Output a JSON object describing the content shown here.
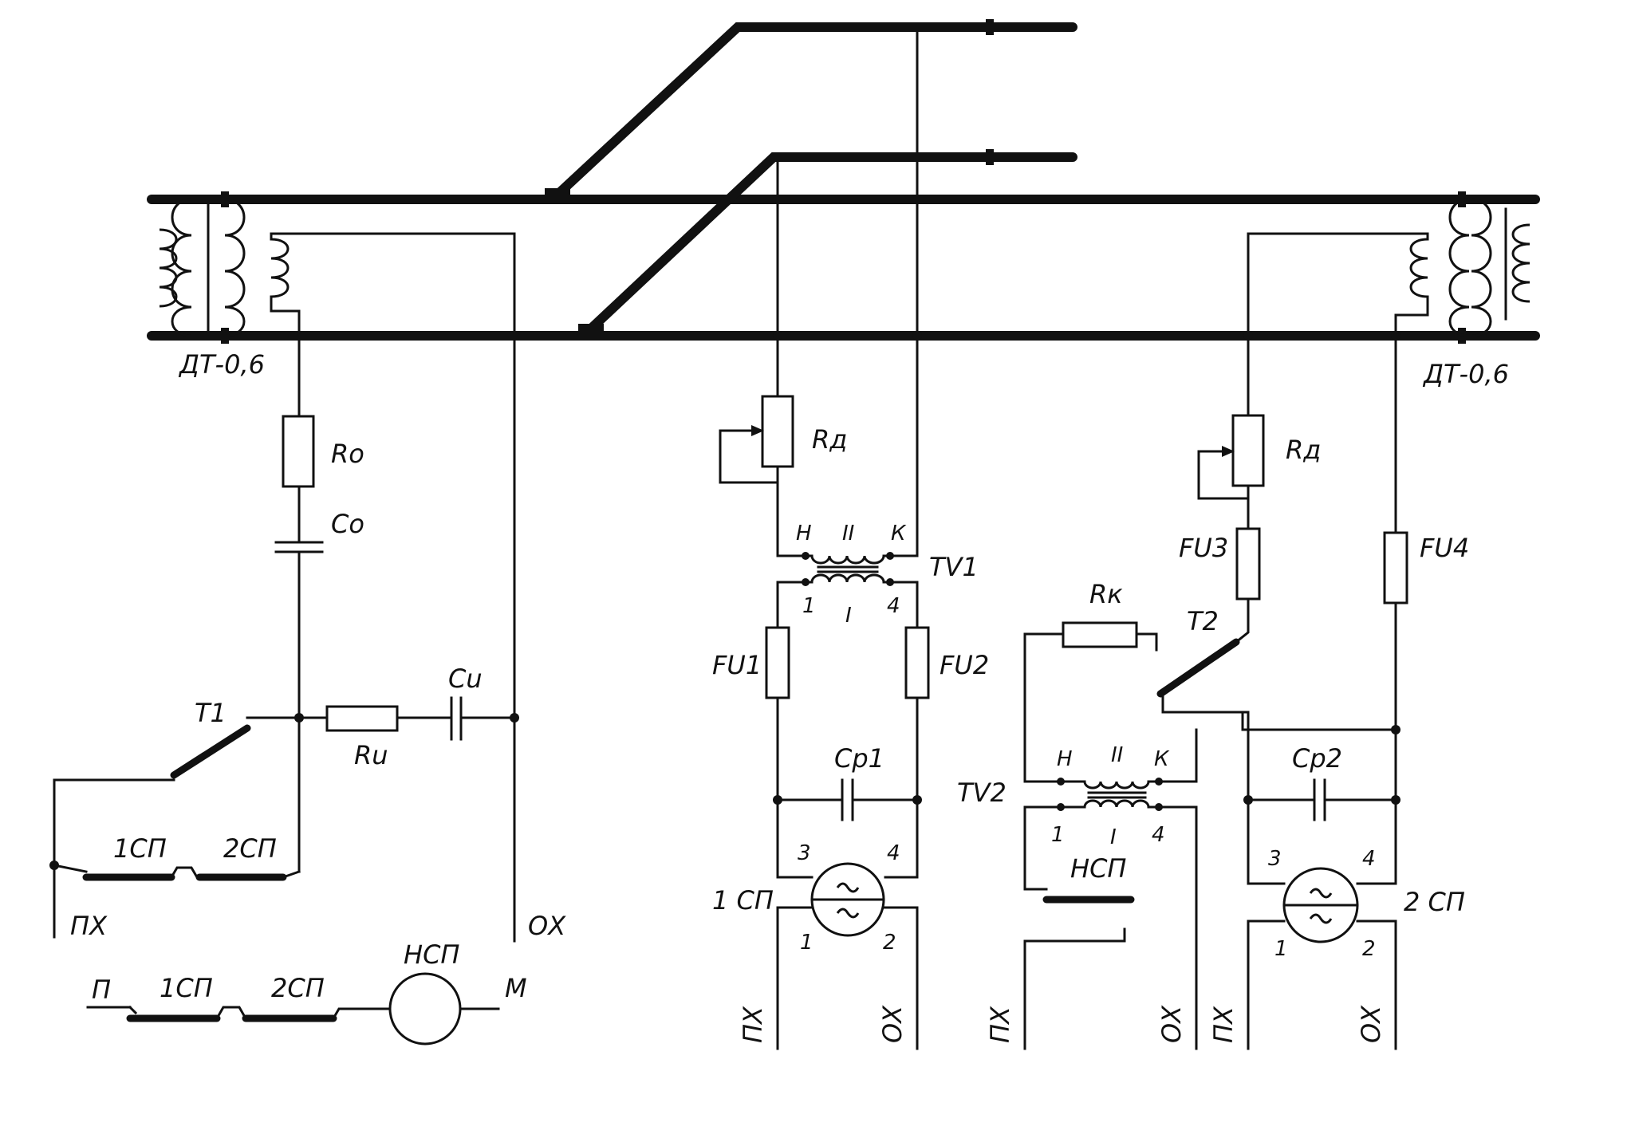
{
  "labels": {
    "dt_left": "ДТ-0,6",
    "dt_right": "ДТ-0,6",
    "ro": "Ro",
    "co": "Co",
    "cu": "Cu",
    "ru": "Ru",
    "t1": "T1",
    "sp1_left": "1СП",
    "sp2_left": "2СП",
    "px_left": "ПХ",
    "ox_left": "ОХ",
    "p": "П",
    "sp1_bottom": "1СП",
    "sp2_bottom": "2СП",
    "nsp_bottom": "НСП",
    "m": "М",
    "rd1": "Rд",
    "rd2": "Rд",
    "tv1": "TV1",
    "tv1_n": "Н",
    "tv1_ii": "II",
    "tv1_k": "К",
    "tv1_1": "1",
    "tv1_i": "I",
    "tv1_4": "4",
    "fu1": "FU1",
    "fu2": "FU2",
    "cp1": "Cp1",
    "relay1_3": "3",
    "relay1_4": "4",
    "relay1_name": "1 СП",
    "relay1_1": "1",
    "relay1_2": "2",
    "px_1": "ПХ",
    "ox_1": "ОХ",
    "rk": "Rк",
    "t2": "T2",
    "tv2": "TV2",
    "tv2_n": "Н",
    "tv2_ii": "II",
    "tv2_k": "К",
    "tv2_1": "1",
    "tv2_i": "I",
    "tv2_4": "4",
    "nsp_mid": "НСП",
    "px_2": "ПХ",
    "ox_2": "ОХ",
    "fu3": "FU3",
    "fu4": "FU4",
    "cp2": "Cp2",
    "relay2_3": "3",
    "relay2_4": "4",
    "relay2_name": "2 СП",
    "relay2_1": "1",
    "relay2_2": "2",
    "px_3": "ПХ",
    "ox_3": "ОХ"
  }
}
